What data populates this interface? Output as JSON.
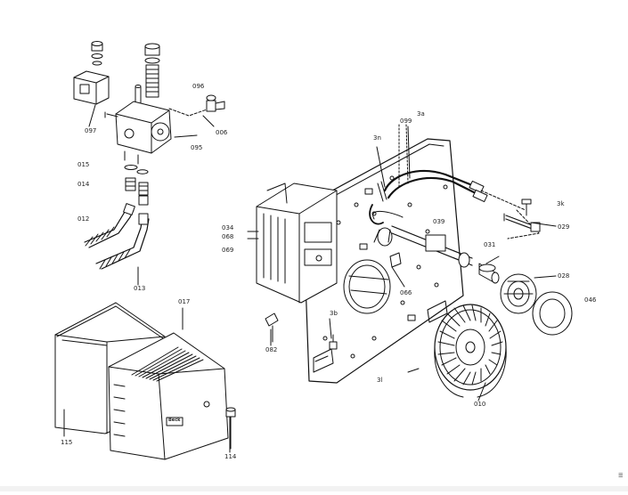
{
  "diagram": {
    "part_labels": {
      "p097": "097",
      "p096": "096",
      "p006": "006",
      "p095": "095",
      "p015": "015",
      "p014": "014",
      "p012": "012",
      "p013": "013",
      "p017": "017",
      "p115": "115",
      "p114": "114",
      "p034": "034",
      "p068": "068",
      "p069": "069",
      "p099": "099",
      "p3a": "3a",
      "p3n": "3n",
      "p039": "039",
      "p3k": "3k",
      "p029": "029",
      "p031": "031",
      "p028": "028",
      "p046": "046",
      "p066": "066",
      "p3b": "3b",
      "p082": "082",
      "p3l": "3l",
      "p010": "010"
    },
    "cover_badge": "Beck",
    "side_mark": "III"
  }
}
